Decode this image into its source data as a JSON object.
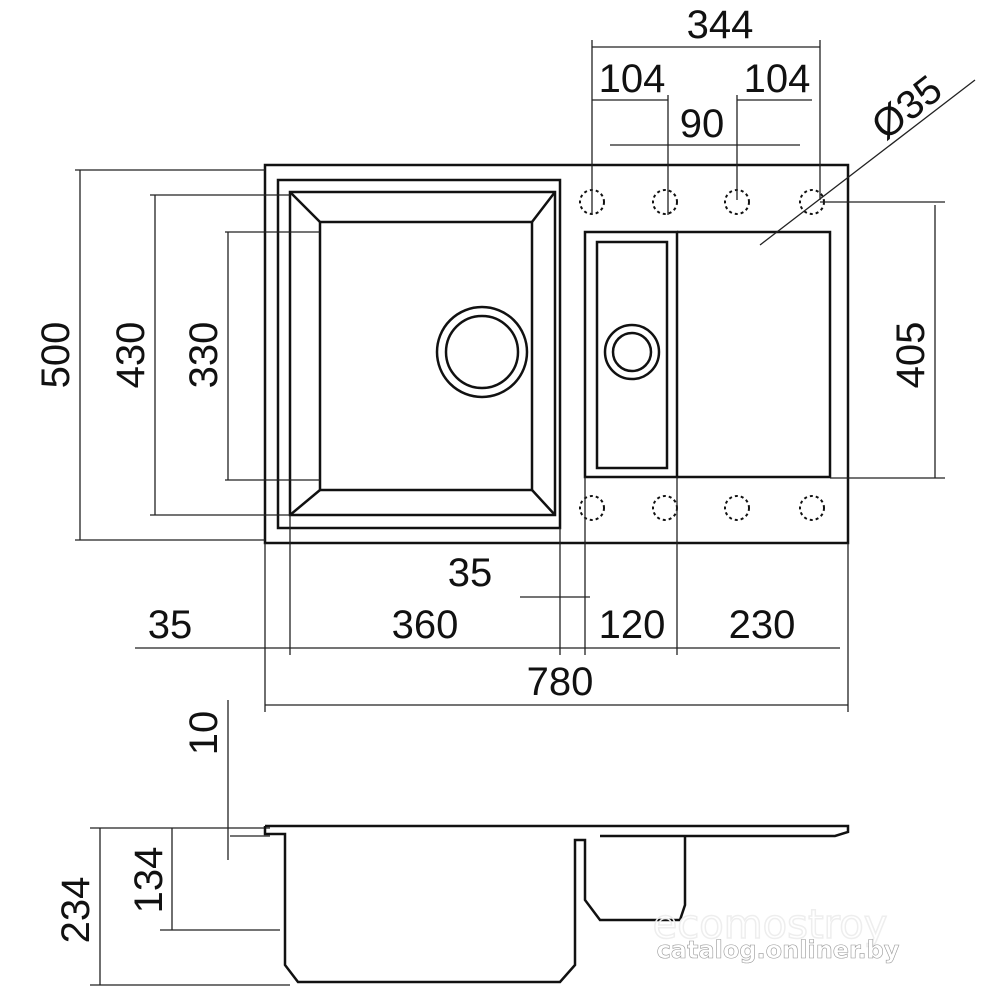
{
  "title": "Sink dimension drawing",
  "dimensions": {
    "overall_holes_span": "344",
    "hole_left_pair": "104",
    "hole_center_gap": "90",
    "hole_right_pair": "104",
    "hole_diameter": "Ø35",
    "overall_depth": "500",
    "bowl_outer_depth": "430",
    "bowl_inner_depth": "330",
    "drainboard_depth": "405",
    "divider_offset": "35",
    "left_margin": "35",
    "main_bowl_width": "360",
    "small_bowl_width": "120",
    "drainboard_width": "230",
    "overall_width": "780",
    "rim_thickness": "10",
    "small_bowl_height": "134",
    "main_bowl_height": "234"
  },
  "watermarks": {
    "faint": "ecomostroy",
    "main": "catalog.onliner.by"
  }
}
